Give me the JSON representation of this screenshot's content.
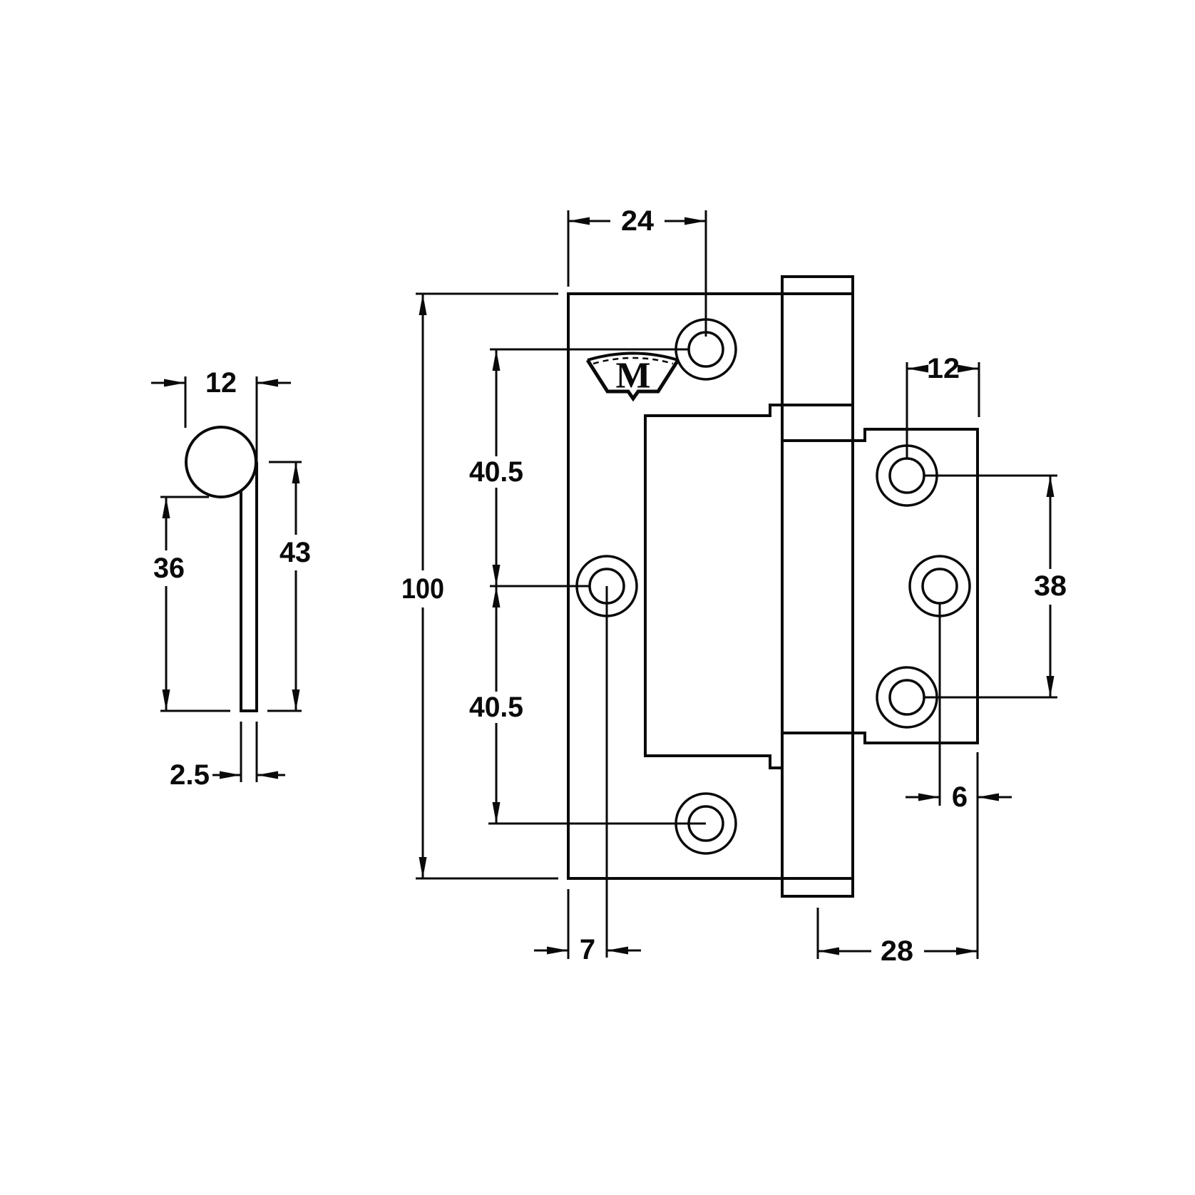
{
  "page": {
    "background": "#ffffff",
    "ink": "#0a0a0a",
    "type": "technical drawing - hinge dimensions"
  },
  "side_view": {
    "name": "hinge side profile view",
    "dimensions": {
      "knuckle_diameter": "12",
      "leaf_length_below_knuckle": "36",
      "leaf_length_from_pin_center": "43",
      "leaf_thickness": "2.5"
    }
  },
  "front_view": {
    "name": "hinge front view",
    "logo_letter": "M",
    "dimensions": {
      "top_hole_from_left_edge": "24",
      "overall_height": "100",
      "upper_hole_spacing": "40.5",
      "lower_hole_spacing": "40.5",
      "right_hole_to_right_edge": "12",
      "right_hole_spacing": "38",
      "right_mid_hole_to_right_edge": "6",
      "left_mid_hole_from_left_edge": "7",
      "right_leaf_width_from_pin": "28"
    }
  }
}
